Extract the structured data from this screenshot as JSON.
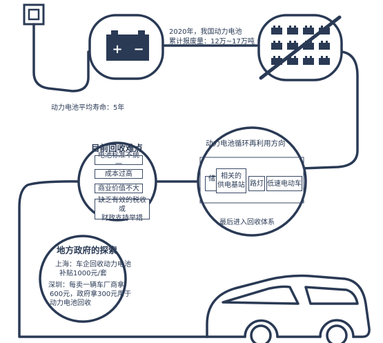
{
  "battery_stats": {
    "line1": "2020年，我国动力电池",
    "line2": "累计报废量：12万~17万吨"
  },
  "lifespan": "动力电池平均寿命：5年",
  "difficulties": {
    "title": "目前回收难点",
    "items": [
      "电池标准不统一",
      "成本过高",
      "商业价值不大",
      "缺乏有效的税收或",
      "财政支持举措"
    ]
  },
  "recycling": {
    "title": "动力电池循环再利用方向",
    "items": [
      "储能项目",
      "相关的",
      "供电基站",
      "路灯",
      "低速电动车"
    ],
    "footer": "最后进入回收体系"
  },
  "local_gov": {
    "title": "地方政府的探索",
    "shanghai_1": "上海：车企回收动力电池",
    "shanghai_2": "补贴1000元/套",
    "shenzhen_1": "深圳：每卖一辆车厂商拿",
    "shenzhen_2": "600元，政府拿300元用于",
    "shenzhen_3": "动力电池回收"
  },
  "colors": {
    "line": "#2a3a55",
    "ink": "#2a3a55"
  },
  "icons": [
    "power-socket-icon",
    "battery-icon",
    "crossed-batteries-icon",
    "car-icon"
  ]
}
